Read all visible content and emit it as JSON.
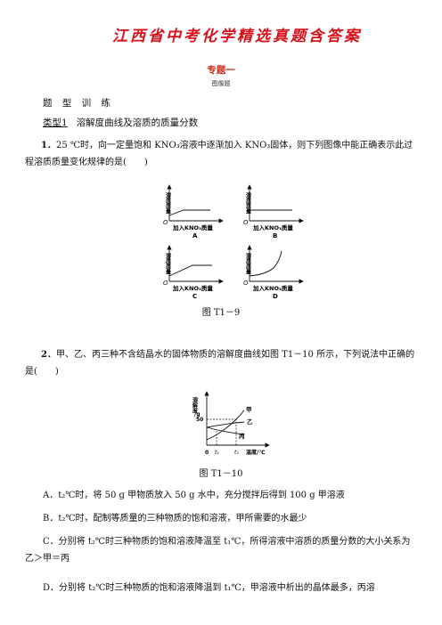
{
  "header": {
    "banner": "江西省中考化学精选真题含答案",
    "topic": "专题一",
    "subtopic": "图像题",
    "section": "题 型 训 练",
    "type_tag": "类型1",
    "type_title": "溶解度曲线及溶质的质量分数"
  },
  "q1": {
    "number": "1．",
    "text": "25 ℃时，向一定量饱和 KNO₃溶液中逐渐加入 KNO₃固体，则下列图像中能正确表示此过程溶质质量变化规律的是(　　)",
    "y_label": "溶质质量",
    "x_label": "加入KNO₃质量",
    "origin": "O",
    "graphs": [
      "A",
      "B",
      "C",
      "D"
    ],
    "caption": "图 T1－9"
  },
  "q2": {
    "number": "2．",
    "text": "甲、乙、丙三种不含结晶水的固体物质的溶解度曲线如图 T1－10 所示，下列说法中正确的是(　　)",
    "y_label_1": "溶解度",
    "y_label_2": "/g",
    "y_tick": "50",
    "x_label": "温度/℃",
    "x_ticks": [
      "0",
      "t₁",
      "t₂"
    ],
    "series": [
      "甲",
      "乙",
      "丙"
    ],
    "caption": "图 T1－10",
    "options": [
      "A．t₂℃时，将 50 g 甲物质放入 50 g 水中，充分搅拌后得到 100 g 甲溶液",
      "B．t₂℃时，配制等质量的三种物质的饱和溶液，甲所需要的水最少",
      "C．分别将 t₂℃时三种物质的饱和溶液降温至 t₁℃，所得溶液中溶质的质量分数的大小关系为乙＞甲＝丙",
      "D．分别将 t₂℃时三种物质的饱和溶液降温到 t₁℃，甲溶液中析出的晶体最多，丙溶"
    ]
  }
}
